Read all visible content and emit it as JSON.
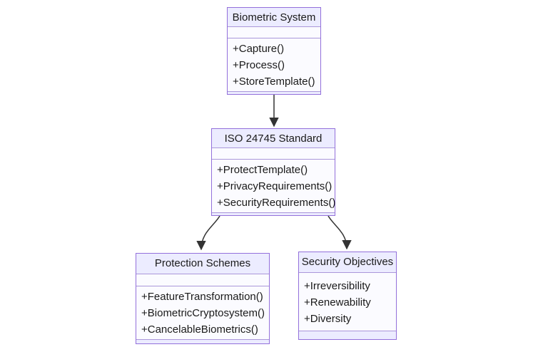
{
  "diagram": {
    "type": "class-diagram",
    "colors": {
      "node_fill": "#ECECFF",
      "node_border": "#9370DB",
      "compartment_fill": "#fbfbff",
      "divider": "#aa97da",
      "text": "#1a1a1a",
      "arrow": "#333333",
      "background": "#ffffff"
    },
    "classes": [
      {
        "id": "biometric-system",
        "title": "Biometric System",
        "members": [
          "+Capture()",
          "+Process()",
          "+StoreTemplate()"
        ]
      },
      {
        "id": "iso-24745-standard",
        "title": "ISO 24745 Standard",
        "members": [
          "+ProtectTemplate()",
          "+PrivacyRequirements()",
          "+SecurityRequirements()"
        ]
      },
      {
        "id": "protection-schemes",
        "title": "Protection Schemes",
        "members": [
          "+FeatureTransformation()",
          "+BiometricCryptosystem()",
          "+CancelableBiometrics()"
        ]
      },
      {
        "id": "security-objectives",
        "title": "Security Objectives",
        "members": [
          "+Irreversibility",
          "+Renewability",
          "+Diversity"
        ]
      }
    ],
    "relations": [
      {
        "from": "Biometric System",
        "to": "ISO 24745 Standard",
        "style": "solid-arrow"
      },
      {
        "from": "ISO 24745 Standard",
        "to": "Protection Schemes",
        "style": "solid-arrow"
      },
      {
        "from": "ISO 24745 Standard",
        "to": "Security Objectives",
        "style": "solid-arrow"
      }
    ]
  }
}
